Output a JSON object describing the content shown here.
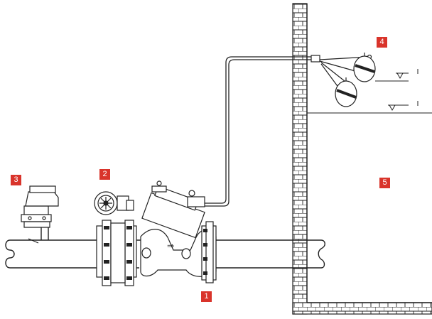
{
  "colors": {
    "line": "#222222",
    "badge": "#d9342b",
    "badge_text": "#ffffff",
    "background": "#ffffff"
  },
  "callouts": [
    {
      "id": "main-valve",
      "label": "1"
    },
    {
      "id": "gate-valve",
      "label": "2"
    },
    {
      "id": "air-valve",
      "label": "3"
    },
    {
      "id": "float-pilot",
      "label": "4"
    },
    {
      "id": "tank",
      "label": "5"
    }
  ],
  "flow_arrow_glyph": "⇒"
}
